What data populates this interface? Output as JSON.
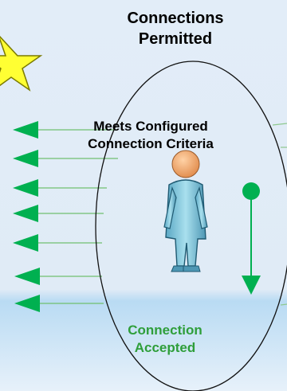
{
  "labels": {
    "title": "Connections Permitted",
    "criteria": "Meets Configured Connection Criteria",
    "accepted": "Connection Accepted"
  },
  "colors": {
    "arrow_green": "#00b050",
    "accepted_text": "#2e9e3a",
    "star_yellow": "#ffff33",
    "background": "#e2edf8"
  },
  "icons": [
    "star-icon",
    "arrow-left-icon",
    "person-icon",
    "arrow-down-icon"
  ]
}
